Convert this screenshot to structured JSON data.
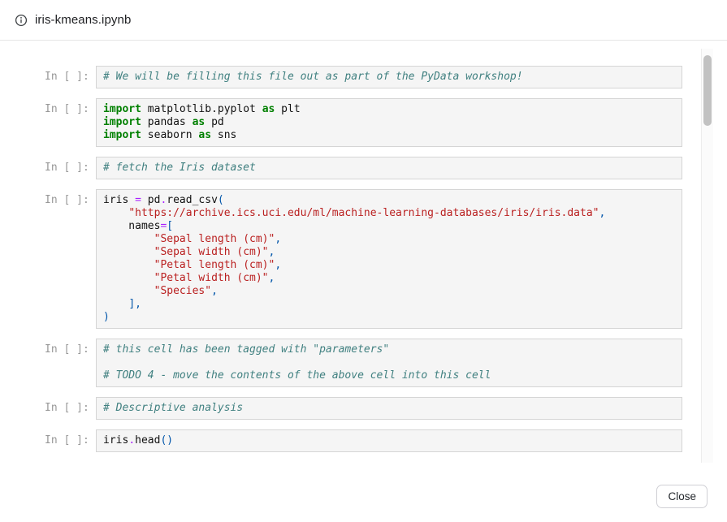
{
  "header": {
    "title": "iris-kmeans.ipynb"
  },
  "notebook": {
    "cells": [
      {
        "prompt": "In [ ]:",
        "lines": [
          [
            [
              "c",
              "# We will be filling this file out as part of the PyData workshop!"
            ]
          ]
        ]
      },
      {
        "prompt": "In [ ]:",
        "lines": [
          [
            [
              "k",
              "import"
            ],
            [
              "n",
              " matplotlib.pyplot "
            ],
            [
              "k",
              "as"
            ],
            [
              "n",
              " plt"
            ]
          ],
          [
            [
              "k",
              "import"
            ],
            [
              "n",
              " pandas "
            ],
            [
              "k",
              "as"
            ],
            [
              "n",
              " pd"
            ]
          ],
          [
            [
              "k",
              "import"
            ],
            [
              "n",
              " seaborn "
            ],
            [
              "k",
              "as"
            ],
            [
              "n",
              " sns"
            ]
          ]
        ]
      },
      {
        "prompt": "In [ ]:",
        "lines": [
          [
            [
              "c",
              "# fetch the Iris dataset"
            ]
          ]
        ]
      },
      {
        "prompt": "In [ ]:",
        "lines": [
          [
            [
              "n",
              "iris "
            ],
            [
              "o",
              "="
            ],
            [
              "n",
              " pd"
            ],
            [
              "o",
              "."
            ],
            [
              "n",
              "read_csv"
            ],
            [
              "p",
              "("
            ]
          ],
          [
            [
              "n",
              "    "
            ],
            [
              "s",
              "\"https://archive.ics.uci.edu/ml/machine-learning-databases/iris/iris.data\""
            ],
            [
              "p",
              ","
            ]
          ],
          [
            [
              "n",
              "    names"
            ],
            [
              "o",
              "="
            ],
            [
              "p",
              "["
            ]
          ],
          [
            [
              "n",
              "        "
            ],
            [
              "s",
              "\"Sepal length (cm)\""
            ],
            [
              "p",
              ","
            ]
          ],
          [
            [
              "n",
              "        "
            ],
            [
              "s",
              "\"Sepal width (cm)\""
            ],
            [
              "p",
              ","
            ]
          ],
          [
            [
              "n",
              "        "
            ],
            [
              "s",
              "\"Petal length (cm)\""
            ],
            [
              "p",
              ","
            ]
          ],
          [
            [
              "n",
              "        "
            ],
            [
              "s",
              "\"Petal width (cm)\""
            ],
            [
              "p",
              ","
            ]
          ],
          [
            [
              "n",
              "        "
            ],
            [
              "s",
              "\"Species\""
            ],
            [
              "p",
              ","
            ]
          ],
          [
            [
              "n",
              "    "
            ],
            [
              "p",
              "],"
            ]
          ],
          [
            [
              "p",
              ")"
            ]
          ]
        ]
      },
      {
        "prompt": "In [ ]:",
        "lines": [
          [
            [
              "c",
              "# this cell has been tagged with \"parameters\""
            ]
          ],
          [],
          [
            [
              "c",
              "# TODO 4 - move the contents of the above cell into this cell"
            ]
          ]
        ]
      },
      {
        "prompt": "In [ ]:",
        "lines": [
          [
            [
              "c",
              "# Descriptive analysis"
            ]
          ]
        ]
      },
      {
        "prompt": "In [ ]:",
        "lines": [
          [
            [
              "n",
              "iris"
            ],
            [
              "o",
              "."
            ],
            [
              "n",
              "head"
            ],
            [
              "p",
              "()"
            ]
          ]
        ]
      }
    ]
  },
  "footer": {
    "close_label": "Close"
  },
  "colors": {
    "keyword": "#008000",
    "comment": "#408080",
    "string": "#BA2121",
    "operator": "#AA22FF",
    "punctuation": "#0055AA",
    "code_text": "#111111",
    "cell_background": "#F5F5F5",
    "cell_border": "#D5D5D5",
    "prompt_text": "#989898",
    "scrollbar_thumb": "#C2C2C2"
  }
}
